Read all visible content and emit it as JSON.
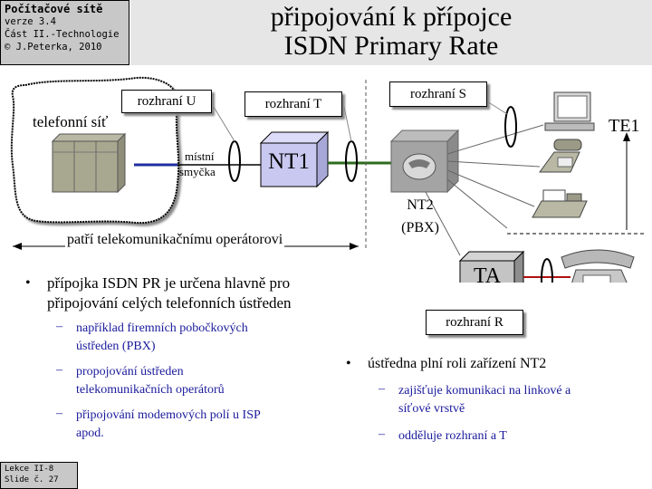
{
  "header": {
    "course_title": "Počítačové sítě",
    "version": "verze 3.4",
    "part": "Část II.-Technologie",
    "author": "© J.Peterka, 2010"
  },
  "slide": {
    "title_line1": "připojování k přípojce",
    "title_line2": "ISDN Primary Rate"
  },
  "diagram": {
    "interface_u": "rozhraní U",
    "interface_t": "rozhraní T",
    "interface_s": "rozhraní S",
    "interface_r": "rozhraní R",
    "phone_network": "telefonní síť",
    "local_loop_1": "místní",
    "local_loop_2": "smyčka",
    "nt1": "NT1",
    "nt2_1": "NT2",
    "nt2_2": "(PBX)",
    "te1": "TE1",
    "ta": "TA",
    "operator": "patří telekomunikačnímu operátorovi"
  },
  "bullets_left": {
    "main": "přípojka ISDN PR je určena hlavně pro připojování celých telefonních ústředen",
    "main_l1": "přípojka ISDN PR je určena hlavně pro",
    "main_l2": "připojování celých telefonních ústředen",
    "sub1_l1": "například firemních pobočkových",
    "sub1_l2": "ústředen (PBX)",
    "sub2_l1": "propojování ústředen",
    "sub2_l2": "telekomunikačních operátorů",
    "sub3_l1": "připojování modemových polí u ISP",
    "sub3_l2": "apod."
  },
  "bullets_right": {
    "main": "ústředna plní roli zařízení NT2",
    "sub1_l1": "zajišťuje komunikaci na linkové a",
    "sub1_l2": "síťové vrstvě",
    "sub2": "odděluje rozhraní  a T"
  },
  "footer": {
    "lesson": "Lekce II-8",
    "slide_no": "Slide č. 27"
  },
  "colors": {
    "header_gray": "#c8c8c8",
    "title_band": "#e6e6e6",
    "nt1_fill": "#c8c8f0",
    "sub_bullet_text": "#1a1a9c",
    "loop_blue": "#1f2fa0",
    "loop_green": "#2e6b1e",
    "line_red": "#b01010"
  }
}
